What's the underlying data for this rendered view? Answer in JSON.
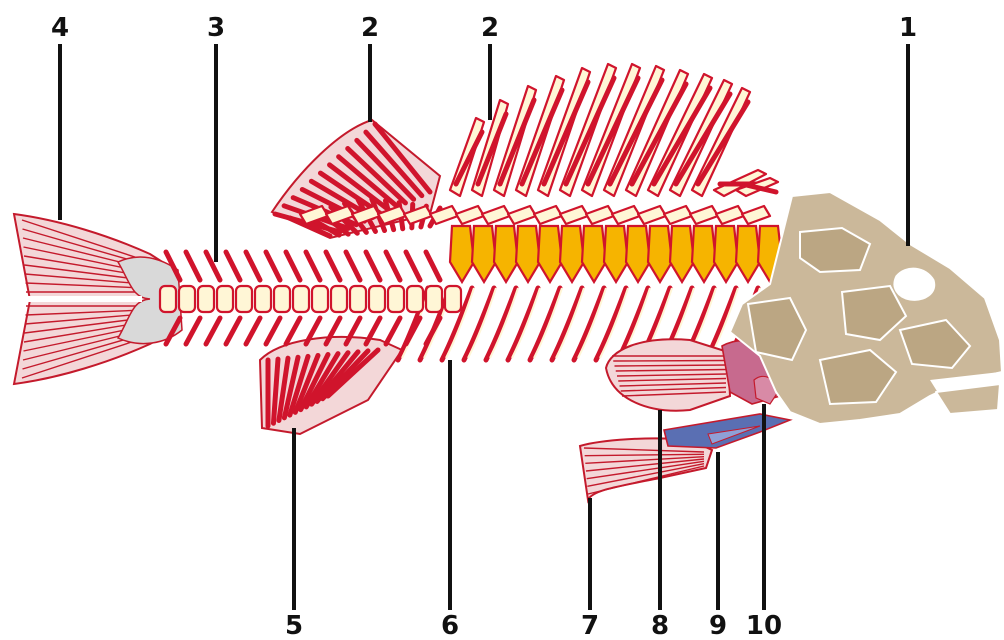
{
  "labels": {
    "l1": "1",
    "l2a": "2",
    "l2b": "2",
    "l3": "3",
    "l4": "4",
    "l5": "5",
    "l6": "6",
    "l7": "7",
    "l8": "8",
    "l9": "9",
    "l10": "10"
  },
  "colors": {
    "bone_outline": "#d0142c",
    "bone_fill": "#fff6d6",
    "front_vertebrae": "#f6b400",
    "skull": "#cbb89a",
    "fin_membrane": "#f3d7d8",
    "pelvic_girdle": "#5a6fb3",
    "pectoral_girdle": "#c76a8e",
    "tail_plate": "#d9d9d9",
    "leader_line": "#111111"
  }
}
